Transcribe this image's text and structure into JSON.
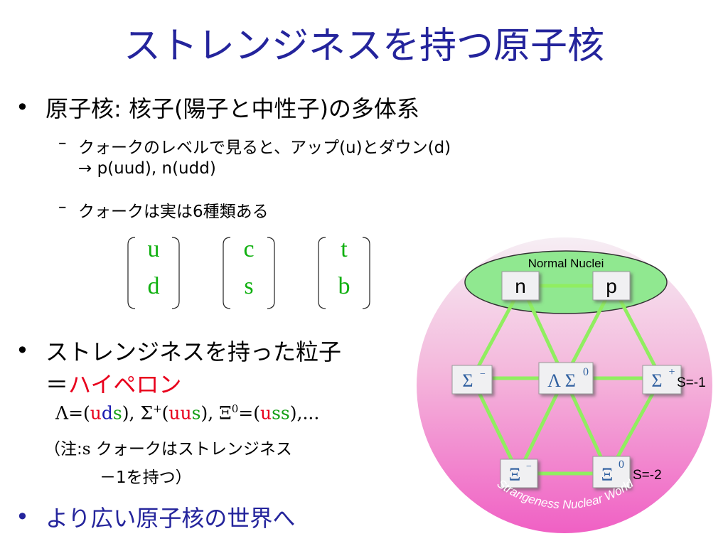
{
  "title": "ストレンジネスを持つ原子核",
  "bullets": {
    "b1": "原子核: 核子(陽子と中性子)の多体系",
    "b1_sub1_line1": "クォークのレベルで見ると、アップ(u)とダウン(d)",
    "b1_sub1_line2": "→ p(uud), n(udd)",
    "b1_sub2": "クォークは実は6種類ある",
    "b2_line1": "ストレンジネスを持った粒子",
    "b2_line2_prefix": "＝",
    "b2_line2_highlight": "ハイペロン",
    "b3": "より広い原子核の世界へ"
  },
  "quarks": [
    {
      "top": "u",
      "bottom": "d"
    },
    {
      "top": "c",
      "bottom": "s"
    },
    {
      "top": "t",
      "bottom": "b"
    }
  ],
  "hyperon_formula": {
    "lambda": "Λ",
    "lambda_eq": "=(",
    "lambda_u": "u",
    "lambda_d": "d",
    "lambda_s": "s",
    "lambda_close": "),",
    "sigma": "Σ",
    "sigma_sup": "+",
    "sigma_eq": "(",
    "sigma_uu": "uu",
    "sigma_s": "s",
    "sigma_close": "),",
    "xi": "Ξ",
    "xi_sup": "0",
    "xi_eq": "=(",
    "xi_u": "u",
    "xi_ss": "ss",
    "xi_close": "),..."
  },
  "note": {
    "line1_prefix": "（注:",
    "line1_s": "s",
    "line1_rest": " クォークはストレンジネス",
    "line2": "－1を持つ）"
  },
  "diagram": {
    "top_label": "Normal Nuclei",
    "n": "n",
    "p": "p",
    "sigma_minus": "Σ",
    "sigma_minus_sup": "−",
    "lambda_sigma0": "Λ Σ",
    "lambda_sigma0_sup": "0",
    "sigma_plus": "Σ",
    "sigma_plus_sup": "+",
    "xi_minus": "Ξ",
    "xi_minus_sup": "−",
    "xi_zero": "Ξ",
    "xi_zero_sup": "0",
    "s_minus1": "S=-1",
    "s_minus2": "S=-2",
    "bottom_label": "Strangeness Nuclear World"
  },
  "colors": {
    "title": "#24249c",
    "hyperon": "#e8001c",
    "quark": "#10b010",
    "node_line": "#90ee60",
    "ellipse": "#90e890",
    "circle_top": "#f4e8f0",
    "circle_bottom": "#f070c8"
  }
}
